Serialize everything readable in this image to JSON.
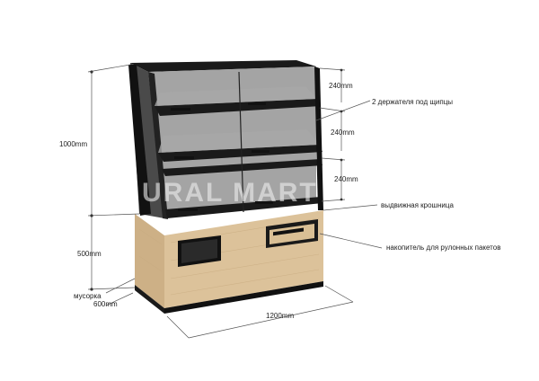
{
  "watermark": "URAL MART",
  "dimensions": {
    "height_upper": "1000mm",
    "height_lower": "500mm",
    "depth": "600mm",
    "width": "1200mm",
    "shelf_1": "240mm",
    "shelf_2": "240mm",
    "shelf_3": "240mm"
  },
  "callouts": {
    "tong_holders": "2 держателя под щипцы",
    "drawer_shelf": "выдвижная крошница",
    "bag_holder": "накопитель для рулонных пакетов",
    "trash": "мусорка"
  },
  "colors": {
    "frame": "#1a1a1a",
    "wood": "#dcc29a",
    "wood_side": "#c9ab7c",
    "glass": "#8d8d8d",
    "line": "#555555"
  }
}
